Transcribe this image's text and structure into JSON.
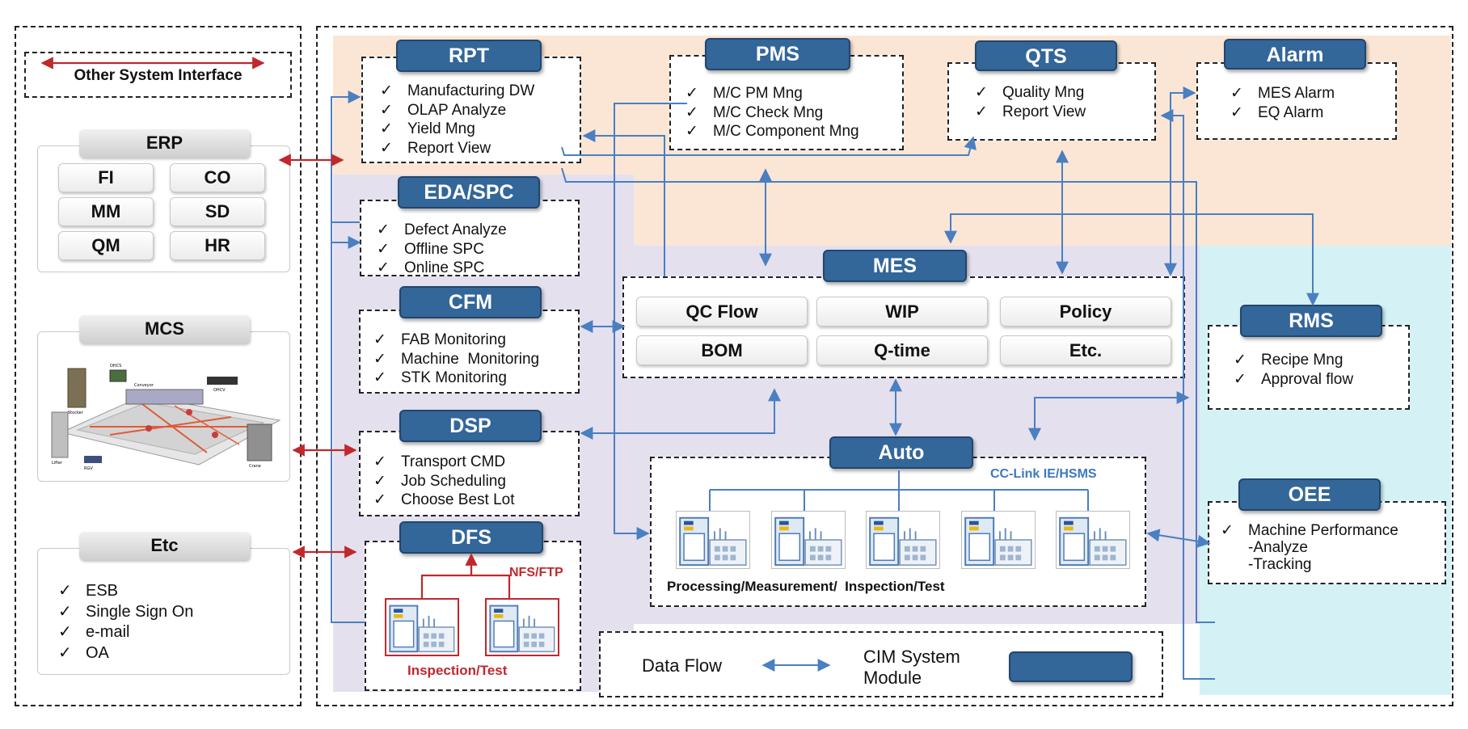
{
  "interface_legend": {
    "label": "Other System Interface"
  },
  "erp": {
    "title": "ERP",
    "modules": [
      "FI",
      "CO",
      "MM",
      "SD",
      "QM",
      "HR"
    ]
  },
  "mcs": {
    "title": "MCS",
    "illustration_labels": [
      "Stocker",
      "OHCS",
      "Conveyor",
      "OHCV",
      "Lifter",
      "RGV",
      "Crane"
    ]
  },
  "etc": {
    "title": "Etc",
    "items": [
      "ESB",
      "Single Sign On",
      "e-mail",
      "OA"
    ]
  },
  "rpt": {
    "title": "RPT",
    "items": [
      "Manufacturing DW",
      "OLAP Analyze",
      "Yield Mng",
      "Report View"
    ]
  },
  "pms": {
    "title": "PMS",
    "items": [
      "M/C PM Mng",
      "M/C Check Mng",
      "M/C Component Mng"
    ]
  },
  "qts": {
    "title": "QTS",
    "items": [
      "Quality Mng",
      "Report View"
    ]
  },
  "alarm": {
    "title": "Alarm",
    "items": [
      "MES Alarm",
      "EQ Alarm"
    ]
  },
  "eda_spc": {
    "title": "EDA/SPC",
    "items": [
      "Defect Analyze",
      "Offline SPC",
      "Online SPC"
    ]
  },
  "cfm": {
    "title": "CFM",
    "items": [
      "FAB Monitoring",
      "Machine  Monitoring",
      "STK Monitoring"
    ]
  },
  "dsp": {
    "title": "DSP",
    "items": [
      "Transport CMD",
      "Job Scheduling",
      "Choose Best Lot"
    ]
  },
  "dfs": {
    "title": "DFS",
    "protocol": "NFS/FTP",
    "caption": "Inspection/Test"
  },
  "mes": {
    "title": "MES",
    "functions": [
      "QC Flow",
      "WIP",
      "Policy",
      "BOM",
      "Q-time",
      "Etc."
    ]
  },
  "auto": {
    "title": "Auto",
    "protocol": "CC-Link IE/HSMS",
    "caption": "Processing/Measurement/  Inspection/Test",
    "machine_count": 5
  },
  "rms": {
    "title": "RMS",
    "items": [
      "Recipe Mng",
      "Approval flow"
    ]
  },
  "oee": {
    "title": "OEE",
    "item": "Machine Performance",
    "subitems": [
      "-Analyze",
      "-Tracking"
    ]
  },
  "legend": {
    "data_flow": "Data Flow",
    "cim_module_line1": "CIM System",
    "cim_module_line2": "Module"
  },
  "check_glyph": "✓",
  "colors": {
    "module_blue": "#336699",
    "flow_blue": "#4a7fc1",
    "external_red": "#c0282d",
    "region_peach": "#fbe6d6",
    "region_lavender": "#e4e0ee",
    "region_cyan": "#d4f2f5"
  }
}
